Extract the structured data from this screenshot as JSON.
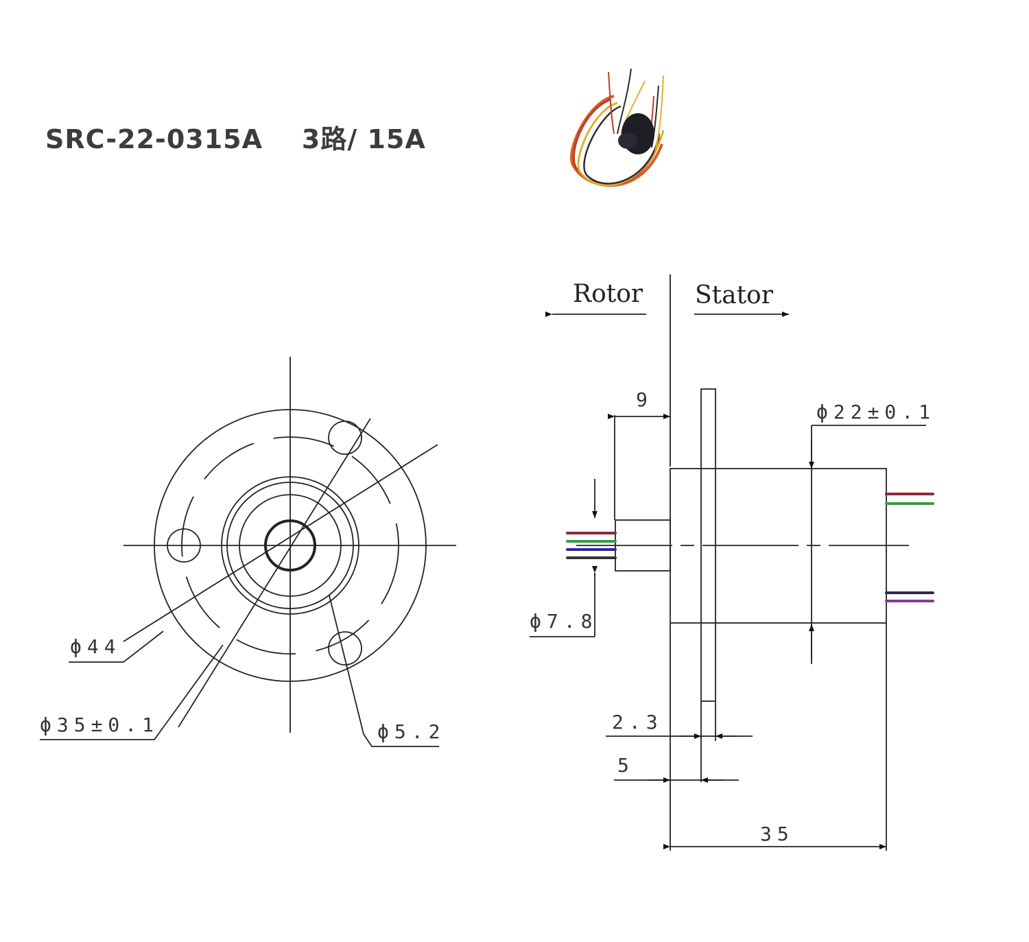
{
  "header": {
    "model": "SRC-22-0315A",
    "spec": "3路/ 15A",
    "title_full": "SRC-22-0315A    3路/ 15A"
  },
  "product_photo": {
    "description": "slip ring with colored lead wires",
    "wire_colors": [
      "#c0392b",
      "#2b2b2b",
      "#e0b030",
      "#d86020"
    ]
  },
  "front_view": {
    "dimensions": {
      "outer_diameter": "ϕ44",
      "bolt_circle": "ϕ35±0.1",
      "mounting_hole": "ϕ5.2"
    }
  },
  "side_view": {
    "labels": {
      "rotor": "Rotor",
      "stator": "Stator"
    },
    "dimensions": {
      "shaft_length": "9",
      "body_diameter": "ϕ22±0.1",
      "shaft_diameter": "ϕ7.8",
      "flange_thickness": "2.3",
      "flange_offset": "5",
      "body_length": "35"
    },
    "wire_colors": {
      "rotor": [
        "#8b2a3a",
        "#3a9a4a",
        "#2a2a9a",
        "#333333"
      ],
      "stator_top": [
        "#8b2a3a",
        "#3a9a4a"
      ],
      "stator_bottom": [
        "#2a2a4a",
        "#8a3a9a"
      ]
    }
  }
}
